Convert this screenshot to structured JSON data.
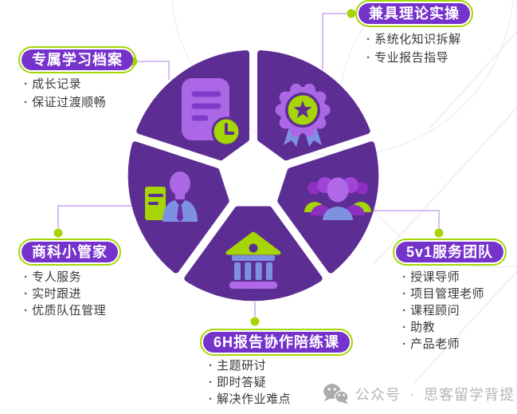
{
  "diagram": {
    "type": "pie-infographic",
    "segment_count": 5,
    "segments": [
      {
        "id": "study-archive",
        "label": "专属学习档案",
        "icon": "document-clock-icon",
        "position": "top-left",
        "bullets": [
          "成长记录",
          "保证过渡顺畅"
        ]
      },
      {
        "id": "theory-practice",
        "label": "兼具理论实操",
        "icon": "medal-star-icon",
        "position": "top-right",
        "bullets": [
          "系统化知识拆解",
          "专业报告指导"
        ]
      },
      {
        "id": "business-butler",
        "label": "商科小管家",
        "icon": "businessman-document-icon",
        "position": "bottom-left",
        "bullets": [
          "专人服务",
          "实时跟进",
          "优质队伍管理"
        ]
      },
      {
        "id": "service-team",
        "label": "5v1服务团队",
        "icon": "team-icon",
        "position": "right",
        "bullets": [
          "授课导师",
          "项目管理老师",
          "课程顾问",
          "助教",
          "产品老师"
        ]
      },
      {
        "id": "report-course",
        "label": "6H报告协作陪练课",
        "icon": "bank-icon",
        "position": "bottom",
        "bullets": [
          "主题研讨",
          "即时答疑",
          "解决作业难点"
        ]
      }
    ]
  },
  "watermark": {
    "icon": "wechat-icon",
    "platform": "公众号",
    "separator": "·",
    "account": "思客留学背提"
  },
  "colors": {
    "wedge_purple": "#5c2d92",
    "tag_purple": "#7633cc",
    "accent_green": "#a5d603",
    "periwinkle_blue": "#7d90e2",
    "icon_light_purple": "#ab67e6",
    "bullet_text": "#3a3a3a",
    "watermark_gray": "#b6b6b6",
    "connector_purple": "#c9a7ef"
  }
}
